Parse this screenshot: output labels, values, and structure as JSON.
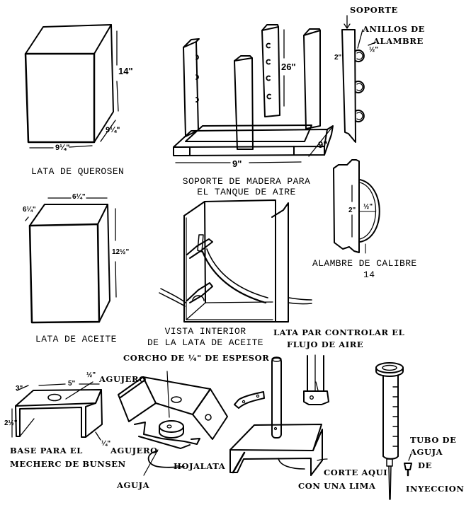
{
  "figure": {
    "type": "technical-illustration",
    "colors": {
      "ink": "#000000",
      "paper": "#ffffff"
    }
  },
  "panels": {
    "kerosene_can": {
      "caption": "LATA DE QUEROSEN",
      "dims": {
        "height": "14\"",
        "depth": "9¼\"",
        "width": "9¼\""
      }
    },
    "wood_stand": {
      "caption_line1": "SOPORTE DE MADERA PARA",
      "caption_line2": "EL TANQUE DE AIRE",
      "dims": {
        "post_height": "26\"",
        "width": "9\"",
        "depth": "9\""
      }
    },
    "support_post": {
      "label_support": "SOPORTE",
      "label_rings_line1": "ANILLOS DE",
      "label_rings_line2": "ALAMBRE",
      "dims": {
        "post_width": "2\"",
        "ring_gap": "½\""
      }
    },
    "wire_detail": {
      "caption_line1": "ALAMBRE DE CALIBRE",
      "caption_line2": "14",
      "dims": {
        "loop_height": "2\"",
        "loop_depth": "½\""
      }
    },
    "oil_can": {
      "caption": "LATA DE ACEITE",
      "dims": {
        "top_width": "6¼\"",
        "depth": "6¼\"",
        "height": "12½\""
      }
    },
    "oil_can_interior": {
      "caption_line1": "VISTA INTERIOR",
      "caption_line2": "DE LA LATA DE ACEITE"
    },
    "airflow_can": {
      "caption_line1": "LATA PAR CONTROLAR EL",
      "caption_line2": "FLUJO DE AIRE"
    },
    "bunsen_base": {
      "caption_line1": "BASE PARA EL",
      "caption_line2": "MECHERC DE BUNSEN",
      "label_hole_top": "AGUJERO",
      "label_hole_side": "AGUJERO",
      "dims": {
        "length": "5\"",
        "width": "3\"",
        "height": "2½\"",
        "hole_top": "½\"",
        "hole_side": "¼\""
      }
    },
    "cork_assembly": {
      "label_cork": "CORCHO DE ¼\" DE ESPESOR",
      "label_tin": "HOJALATA",
      "label_needle": "AGUJA"
    },
    "syringe": {
      "label_cut_line1": "CORTE AQUI",
      "label_cut_line2": "CON UNA LIMA",
      "label_tube_line1": "TUBO DE",
      "label_tube_line2": "AGUJA",
      "label_tube_line3": "DE",
      "label_tube_line4": "INYECCION"
    }
  }
}
